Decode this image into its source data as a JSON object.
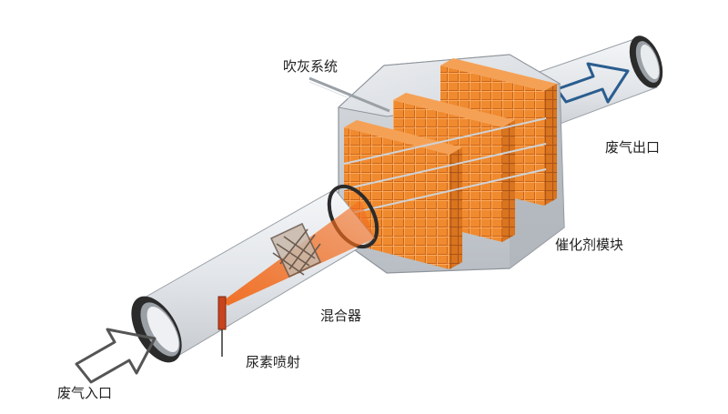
{
  "labels": {
    "ash_blowing_system": "吹灰系统",
    "exhaust_outlet": "废气出口",
    "catalyst_module": "催化剂模块",
    "mixer": "混合器",
    "urea_injection": "尿素喷射",
    "exhaust_inlet": "废气入口"
  },
  "colors": {
    "catalyst_orange": "#f08a2e",
    "spray_orange": "#f26b1d",
    "inlet_arrow": "#555555",
    "outlet_arrow": "#2a5d8f",
    "housing_gray": "#c9cdd2",
    "flange_dark": "#2b2b2b"
  }
}
